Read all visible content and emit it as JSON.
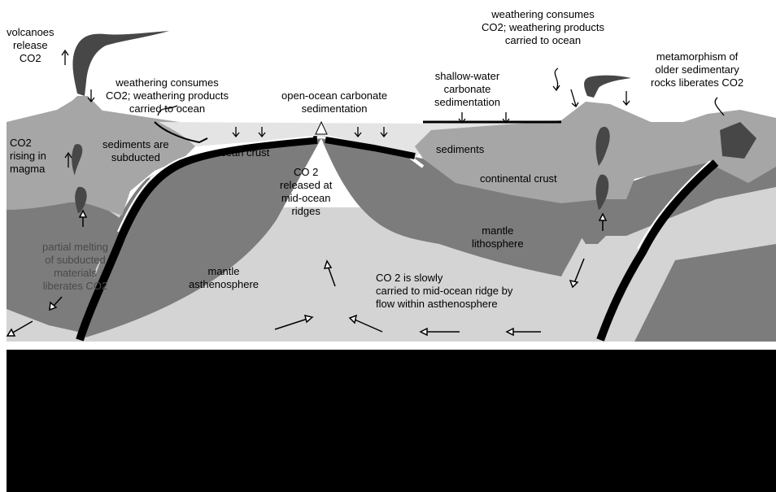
{
  "labels": {
    "volcanoes_release": [
      "volcanoes",
      "release",
      "CO2"
    ],
    "weathering_left": [
      "weathering consumes",
      "CO2; weathering products",
      "carried to ocean"
    ],
    "open_ocean": [
      "open-ocean carbonate",
      "sedimentation"
    ],
    "shallow_water": [
      "shallow-water",
      "carbonate",
      "sedimentation"
    ],
    "weathering_right": [
      "weathering consumes",
      "CO2; weathering products",
      "carried to ocean"
    ],
    "metamorphism": [
      "metamorphism of",
      "older sedimentary",
      "rocks liberates CO2"
    ],
    "co2_rising": [
      "CO2",
      "rising in",
      "magma"
    ],
    "sediments_subducted": [
      "sediments are",
      "subducted"
    ],
    "ocean_crust": "ocean crust",
    "sediments": "sediments",
    "continental_crust": "continental crust",
    "co2_released": [
      "CO 2",
      "released at",
      "mid-ocean",
      "ridges"
    ],
    "mantle_lithosphere": [
      "mantle",
      "lithosphere"
    ],
    "partial_melting": [
      "partial melting",
      "of subducted",
      "materials",
      "liberates CO2"
    ],
    "mantle_asthenosphere": [
      "mantle",
      "asthenosphere"
    ],
    "co2_slowly": [
      "CO 2 is slowly",
      "carried to mid-ocean ridge by",
      "flow within asthenosphere"
    ]
  },
  "colors": {
    "asthenosphere": "#d4d4d4",
    "lithosphere": "#7c7c7c",
    "crust": "#a6a6a6",
    "ocean": "#e4e4e4",
    "magma": "#474747",
    "slab": "#000000"
  }
}
